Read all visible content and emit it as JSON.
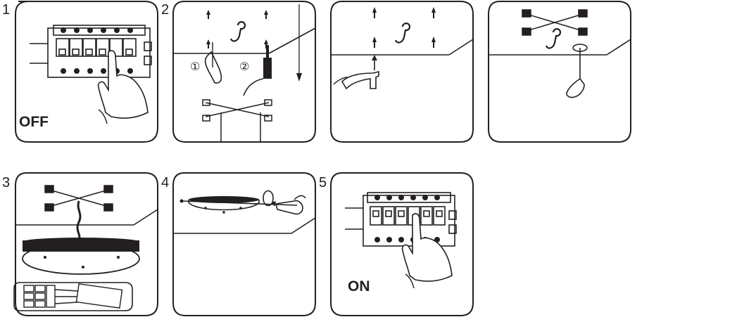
{
  "steps": [
    {
      "number": "1",
      "caption": "OFF"
    },
    {
      "number": "2",
      "markers": [
        "①",
        "②"
      ]
    },
    {
      "number": ""
    },
    {
      "number": ""
    },
    {
      "number": "3"
    },
    {
      "number": "4"
    },
    {
      "number": "5",
      "caption": "ON"
    }
  ],
  "colors": {
    "ink": "#231f20",
    "background": "#ffffff"
  }
}
